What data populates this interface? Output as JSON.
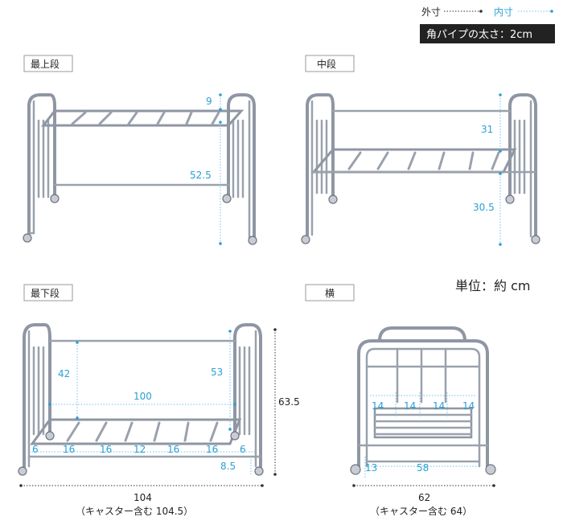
{
  "legend": {
    "outer_label": "外寸",
    "inner_label": "内寸",
    "pipe_note": "角パイプの太さ：2cm"
  },
  "unit_note": "単位：約 cm",
  "views": {
    "top_tier": {
      "label": "最上段",
      "dims": {
        "top_offset": "9",
        "height": "52.5"
      }
    },
    "middle_tier": {
      "label": "中段",
      "dims": {
        "upper": "31",
        "lower": "30.5"
      }
    },
    "bottom_tier": {
      "label": "最下段",
      "dims": {
        "inner_left_height": "42",
        "inner_right_height": "53",
        "inner_width": "100",
        "total_height": "63.5",
        "slat_gaps": [
          "6",
          "16",
          "16",
          "12",
          "16",
          "16",
          "6"
        ],
        "clearance": "8.5",
        "total_width": "104",
        "width_note": "（キャスター含む 104.5）"
      }
    },
    "side": {
      "label": "横",
      "dims": {
        "slat_gaps": [
          "14",
          "14",
          "14",
          "14"
        ],
        "clearance": "13",
        "inner_depth": "58",
        "total_depth": "62",
        "depth_note": "（キャスター含む 64）"
      }
    }
  }
}
